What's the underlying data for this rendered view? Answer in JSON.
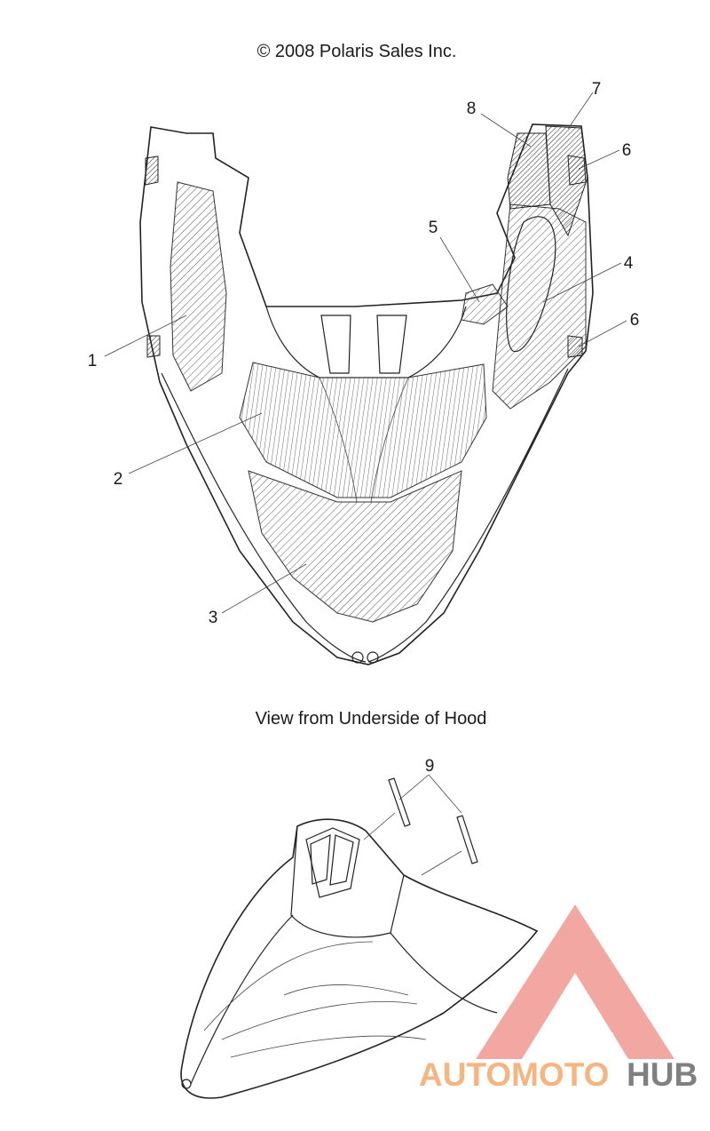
{
  "copyright": "© 2008 Polaris Sales Inc.",
  "view_caption": "View from Underside of Hood",
  "callouts": [
    "1",
    "2",
    "3",
    "4",
    "5",
    "6",
    "6",
    "7",
    "8",
    "9"
  ],
  "watermark": {
    "brand_part1": "AUTOMOTO",
    "brand_part2": "HUB",
    "color_primary": "#f4a76b",
    "color_secondary": "#6b6b6b",
    "logo_color": "#f08a84"
  }
}
